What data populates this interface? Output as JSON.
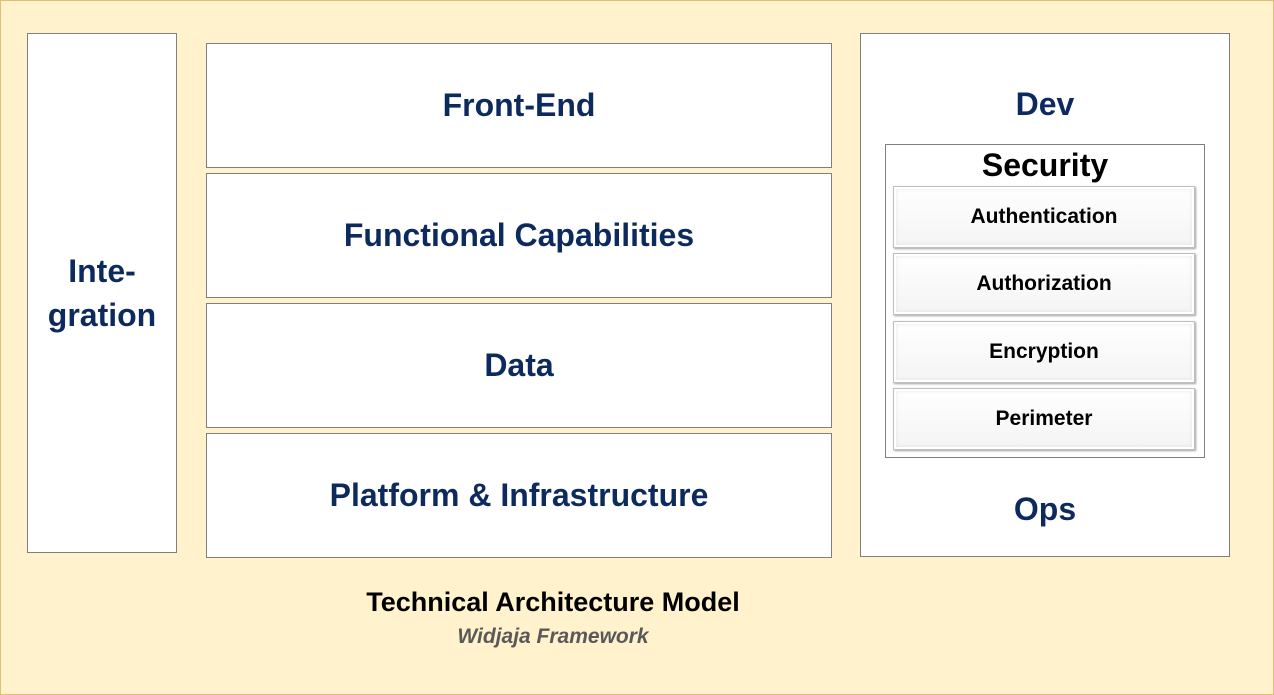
{
  "integration": {
    "line1": "Inte-",
    "line2": "gration"
  },
  "layers": [
    {
      "label": "Front-End"
    },
    {
      "label": "Functional Capabilities"
    },
    {
      "label": "Data"
    },
    {
      "label": "Platform & Infrastructure"
    }
  ],
  "devops": {
    "dev": "Dev",
    "ops": "Ops",
    "security": {
      "title": "Security",
      "items": [
        "Authentication",
        "Authorization",
        "Encryption",
        "Perimeter"
      ]
    }
  },
  "caption": {
    "title": "Technical Architecture Model",
    "subtitle": "Widjaja Framework"
  },
  "colors": {
    "background": "#fff2cc",
    "box_text": "#0d2a5e",
    "subtitle": "#595959"
  }
}
